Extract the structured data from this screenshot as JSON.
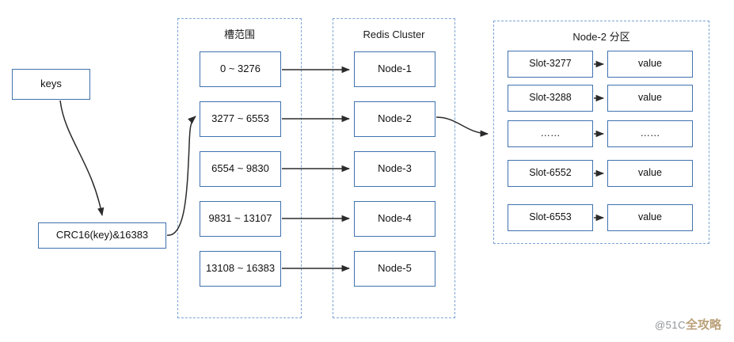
{
  "diagram": {
    "title": "Redis Cluster slot mapping diagram",
    "colors": {
      "box_border": "#4072af",
      "group_border": "#7ba3d6",
      "arrow": "#2b2b2b",
      "text": "#111111",
      "watermark_light": "#8a8d91",
      "watermark_accent": "#b79b72"
    }
  },
  "input": {
    "keys_label": "keys",
    "hash_label": "CRC16(key)&16383"
  },
  "slot_group": {
    "title": "槽范围",
    "ranges": [
      {
        "label": "0 ~ 3276"
      },
      {
        "label": "3277 ~ 6553"
      },
      {
        "label": "6554 ~ 9830"
      },
      {
        "label": "9831 ~ 13107"
      },
      {
        "label": "13108 ~ 16383"
      }
    ]
  },
  "cluster_group": {
    "title": "Redis Cluster",
    "nodes": [
      {
        "label": "Node-1"
      },
      {
        "label": "Node-2"
      },
      {
        "label": "Node-3"
      },
      {
        "label": "Node-4"
      },
      {
        "label": "Node-5"
      }
    ]
  },
  "partition_group": {
    "title": "Node-2 分区",
    "rows": [
      {
        "slot": "Slot-3277",
        "value": "value"
      },
      {
        "slot": "Slot-3288",
        "value": "value"
      },
      {
        "slot": "……",
        "value": "……"
      },
      {
        "slot": "Slot-6552",
        "value": "value"
      },
      {
        "slot": "Slot-6553",
        "value": "value"
      }
    ]
  },
  "watermark": {
    "prefix": "@51C",
    "suffix": "全攻略"
  }
}
